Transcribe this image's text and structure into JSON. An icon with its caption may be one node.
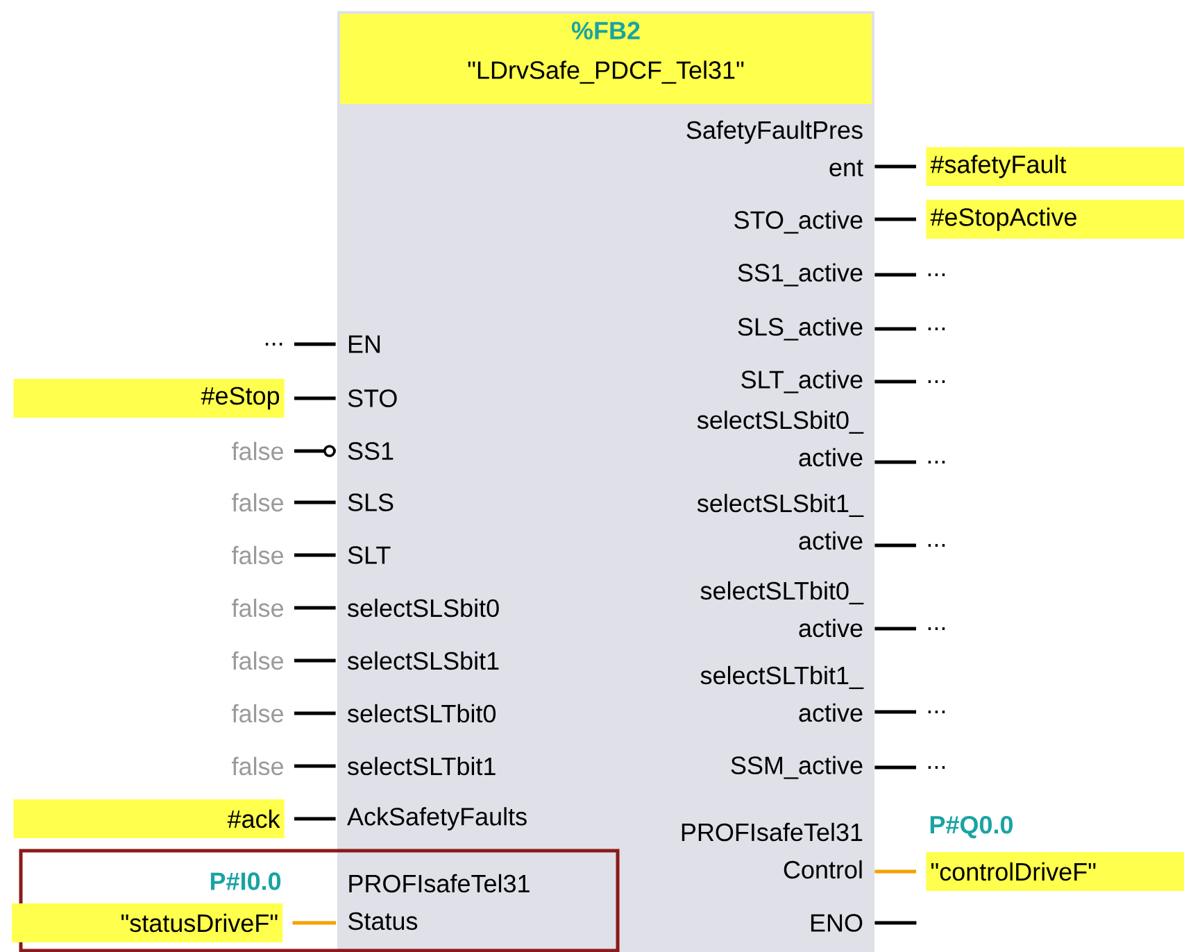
{
  "diagram": {
    "nodes": [
      {
        "text": [
          "%FB2",
          "\"LDrvSafe_PDCF_Tel31\""
        ]
      },
      {
        "text": [],
        "shape": "box"
      },
      {
        "text": [
          "EN"
        ],
        "in": 0
      },
      {
        "text": [
          "STO"
        ],
        "in": 0
      },
      {
        "text": [
          "SS1"
        ],
        "in": 0
      },
      {
        "text": [
          "SLS"
        ],
        "in": 0
      },
      {
        "text": [
          "SLT"
        ],
        "in": 0
      },
      {
        "text": [
          "selectSLSbit0"
        ],
        "in": 0
      },
      {
        "text": [
          "selectSLSbit1"
        ],
        "in": 0
      },
      {
        "text": [
          "selectSLTbit0"
        ],
        "in": 0
      },
      {
        "text": [
          "selectSLTbit1"
        ],
        "in": 0
      },
      {
        "text": [
          "AckSafetyFaults"
        ],
        "in": 0
      },
      {
        "text": [
          "PROFIsafeTel31 Status"
        ]
      },
      {
        "text": [
          "SafetyFaultPres ent"
        ],
        "in": 0
      },
      {
        "text": [
          "STO_active"
        ],
        "in": 0
      },
      {
        "text": [
          "SS1_active"
        ],
        "in": 0
      },
      {
        "text": [
          "SLS_active"
        ],
        "in": 0
      },
      {
        "text": [
          "SLT_active"
        ],
        "in": 0
      },
      {
        "text": [
          "selectSLSbit0_ active"
        ],
        "in": 0
      },
      {
        "text": [
          "selectSLSbit1_ active"
        ],
        "in": 0
      },
      {
        "text": [
          "selectSLTbit0_ active"
        ],
        "in": 0
      },
      {
        "text": [
          "selectSLTbit1_ active"
        ],
        "in": 0
      },
      {
        "text": [
          "SSM_active"
        ],
        "in": 0
      },
      {
        "text": [
          "PROFIsafeTel31 Control"
        ],
        "in": 0
      },
      {
        "text": [
          "ENO"
        ],
        "in": 0
      },
      {
        "text": [
          "..."
        ]
      },
      {
        "text": [
          "#eStop"
        ]
      },
      {
        "text": [
          "false"
        ]
      },
      {
        "text": [
          "false"
        ]
      },
      {
        "text": [
          "false"
        ]
      },
      {
        "text": [
          "false"
        ]
      },
      {
        "text": [
          "false"
        ]
      },
      {
        "text": [
          "false"
        ]
      },
      {
        "text": [
          "false"
        ]
      },
      {
        "text": [
          "#ack"
        ]
      },
      {
        "text": [
          "\"statusDriveF\""
        ],
        "beside": [
          "P#I0.0"
        ],
        "in": 1
      },
      {
        "text": [
          "#safetyFault"
        ]
      },
      {
        "text": [
          "#eStopActive"
        ]
      },
      {
        "text": [
          "..."
        ]
      },
      {
        "text": [
          "..."
        ]
      },
      {
        "text": [
          "..."
        ]
      },
      {
        "text": [
          "..."
        ]
      },
      {
        "text": [
          "..."
        ]
      },
      {
        "text": [
          "..."
        ]
      },
      {
        "text": [
          "..."
        ]
      },
      {
        "text": [
          "..."
        ]
      },
      {
        "text": [
          "\"controlDriveF\""
        ],
        "beside": [
          "P#Q0.0"
        ]
      }
    ],
    "edges": [
      {
        "from": 25,
        "to": 2,
        "arrow": "none"
      },
      {
        "from": 26,
        "to": 3,
        "arrow": "none"
      },
      {
        "from": 27,
        "to": 4,
        "arrow": "other"
      },
      {
        "from": 28,
        "to": 5,
        "arrow": "none"
      },
      {
        "from": 29,
        "to": 6,
        "arrow": "none"
      },
      {
        "from": 30,
        "to": 7,
        "arrow": "none"
      },
      {
        "from": 31,
        "to": 8,
        "arrow": "none"
      },
      {
        "from": 32,
        "to": 9,
        "arrow": "none"
      },
      {
        "from": 33,
        "to": 10,
        "arrow": "none"
      },
      {
        "from": 34,
        "to": 11,
        "arrow": "none"
      },
      {
        "from": 35,
        "to": 12,
        "arrow": "none",
        "color": "#f5a000"
      },
      {
        "from": 13,
        "to": 36,
        "arrow": "none"
      },
      {
        "from": 14,
        "to": 37,
        "arrow": "none"
      },
      {
        "from": 15,
        "to": 38,
        "arrow": "none"
      },
      {
        "from": 16,
        "to": 39,
        "arrow": "none"
      },
      {
        "from": 17,
        "to": 40,
        "arrow": "none"
      },
      {
        "from": 18,
        "to": 41,
        "arrow": "none"
      },
      {
        "from": 19,
        "to": 42,
        "arrow": "none"
      },
      {
        "from": 20,
        "to": 43,
        "arrow": "none"
      },
      {
        "from": 21,
        "to": 44,
        "arrow": "none"
      },
      {
        "from": 22,
        "to": 45,
        "arrow": "none"
      },
      {
        "from": 23,
        "to": 46,
        "arrow": "none",
        "color": "#f5a000"
      },
      {
        "from": 24,
        "to": null,
        "arrow": "none"
      }
    ]
  }
}
